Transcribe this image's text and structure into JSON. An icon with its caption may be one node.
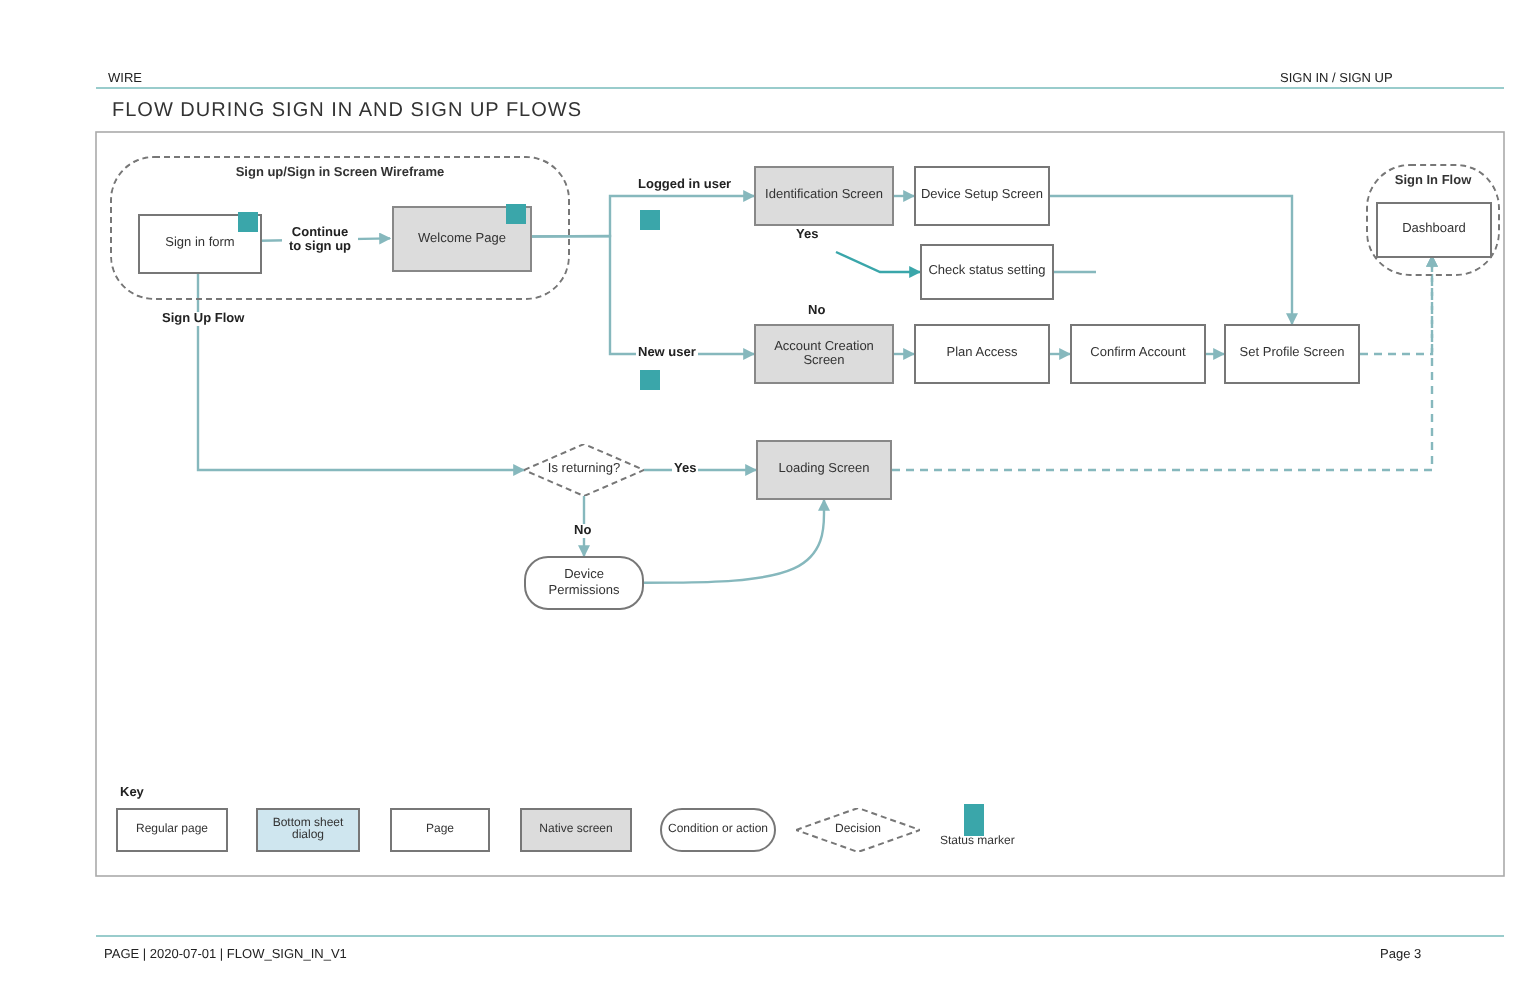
{
  "diagram": {
    "title": "FLOW DURING SIGN IN AND SIGN UP FLOWS",
    "nodes": [
      {
        "text": [
          "Sign up/Sign in Screen Wireframe"
        ]
      },
      {
        "text": [
          "Sign in form"
        ],
        "in": 0
      },
      {
        "text": [
          "Welcome Page"
        ],
        "in": 0
      },
      {
        "text": [
          "Is returning?"
        ]
      },
      {
        "text": [
          "Loading Screen"
        ]
      },
      {
        "text": [
          "Device Permissions"
        ]
      },
      {
        "text": [
          "Identification Screen"
        ]
      },
      {
        "text": [
          "Device Setup Screen"
        ]
      },
      {
        "text": [
          "Check status setting"
        ]
      },
      {
        "text": [
          "Account Creation Screen"
        ]
      },
      {
        "text": [
          "Plan Access"
        ]
      },
      {
        "text": [
          "Confirm Account"
        ]
      },
      {
        "text": [
          "Set Profile Screen"
        ]
      },
      {
        "text": [
          "Sign In Flow"
        ]
      },
      {
        "text": [
          "Dashboard"
        ],
        "in": 13
      }
    ],
    "edges": [
      {
        "from": 1,
        "to": 2,
        "arrow": "to",
        "label": "Continue to sign up"
      },
      {
        "from": 2,
        "to": 6,
        "arrow": "to",
        "label": "Logged in user"
      },
      {
        "from": 2,
        "to": 9,
        "arrow": "to",
        "label": "New user"
      },
      {
        "from": 6,
        "to": 7,
        "arrow": "to"
      },
      {
        "from": 9,
        "to": 10,
        "arrow": "to"
      },
      {
        "from": 10,
        "to": 11,
        "arrow": "to"
      },
      {
        "from": 11,
        "to": 12,
        "arrow": "to"
      },
      {
        "from": 7,
        "to": 12,
        "arrow": "to"
      },
      {
        "from": null,
        "to": 8,
        "arrow": "to",
        "color": "#3aa6aa"
      },
      {
        "from": 8,
        "to": null,
        "arrow": "none"
      },
      {
        "from": 1,
        "to": 3,
        "arrow": "to",
        "label": "Sign Up Flow"
      },
      {
        "from": 3,
        "to": 4,
        "arrow": "to",
        "label": "Yes"
      },
      {
        "from": 3,
        "to": 5,
        "arrow": "to",
        "label": "No"
      },
      {
        "from": 5,
        "to": 4,
        "arrow": "to"
      },
      {
        "from": 12,
        "to": 14,
        "arrow": "to",
        "style": "dashed"
      },
      {
        "from": 4,
        "to": 14,
        "arrow": "to",
        "style": "dashed"
      }
    ],
    "labels": [
      "WIRE",
      "SIGN IN / SIGN UP",
      "Yes",
      "No",
      "Key",
      "PAGE | 2020-07-01 | FLOW_SIGN_IN_V1",
      "Page 3"
    ],
    "legend": [
      {
        "text": "Regular page"
      },
      {
        "text": "Bottom sheet dialog",
        "color": "#cfe6ef"
      },
      {
        "text": "Page"
      },
      {
        "text": "Native screen",
        "color": "#dcdcdc"
      },
      {
        "text": "Condition or action"
      },
      {
        "text": "Decision"
      },
      {
        "text": "Status marker",
        "color": "#3aa6aa"
      }
    ]
  }
}
